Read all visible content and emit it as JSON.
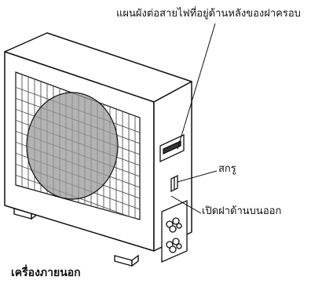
{
  "labels": {
    "wiring_diagram": "แผนผังต่อสายไฟที่อยู่ด้านหลังของฝาครอบ",
    "screw": "สกรู",
    "open_cover": "เปิดฝาด้านบนออก"
  },
  "caption": "เครื่องภายนอก",
  "colors": {
    "line": "#111111",
    "fill": "#ffffff",
    "grille": "#555555",
    "fan": "#9a9a9a"
  }
}
